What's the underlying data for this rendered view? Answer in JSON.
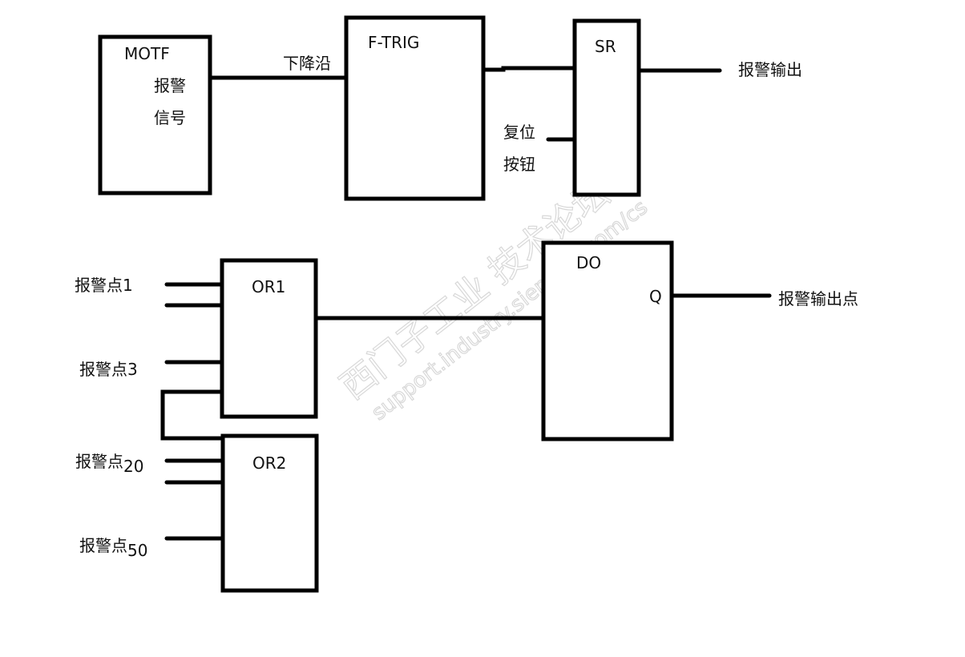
{
  "top_circuit": {
    "motf_block": {
      "title": "MOTF",
      "line1": "报警",
      "line2": "信号"
    },
    "edge_label": "下降沿",
    "ftrig_block": {
      "title": "F-TRIG"
    },
    "sr_block": {
      "title": "SR"
    },
    "reset_label_line1": "复位",
    "reset_label_line2": "按钮",
    "output_label": "报警输出"
  },
  "bottom_circuit": {
    "or1_block": {
      "title": "OR1"
    },
    "or2_block": {
      "title": "OR2"
    },
    "inputs": [
      {
        "label": "报警点",
        "suffix": "1"
      },
      {
        "label": "报警点",
        "suffix": "3"
      },
      {
        "label": "报警点",
        "suffix": "20"
      },
      {
        "label": "报警点",
        "suffix": "50"
      }
    ],
    "do_block": {
      "title": "DO",
      "output_pin": "Q"
    },
    "output_label": "报警输出点"
  },
  "watermark": {
    "line1": "西门子工业 技术论坛",
    "line2": "support.industry.siemens.com/cs"
  }
}
